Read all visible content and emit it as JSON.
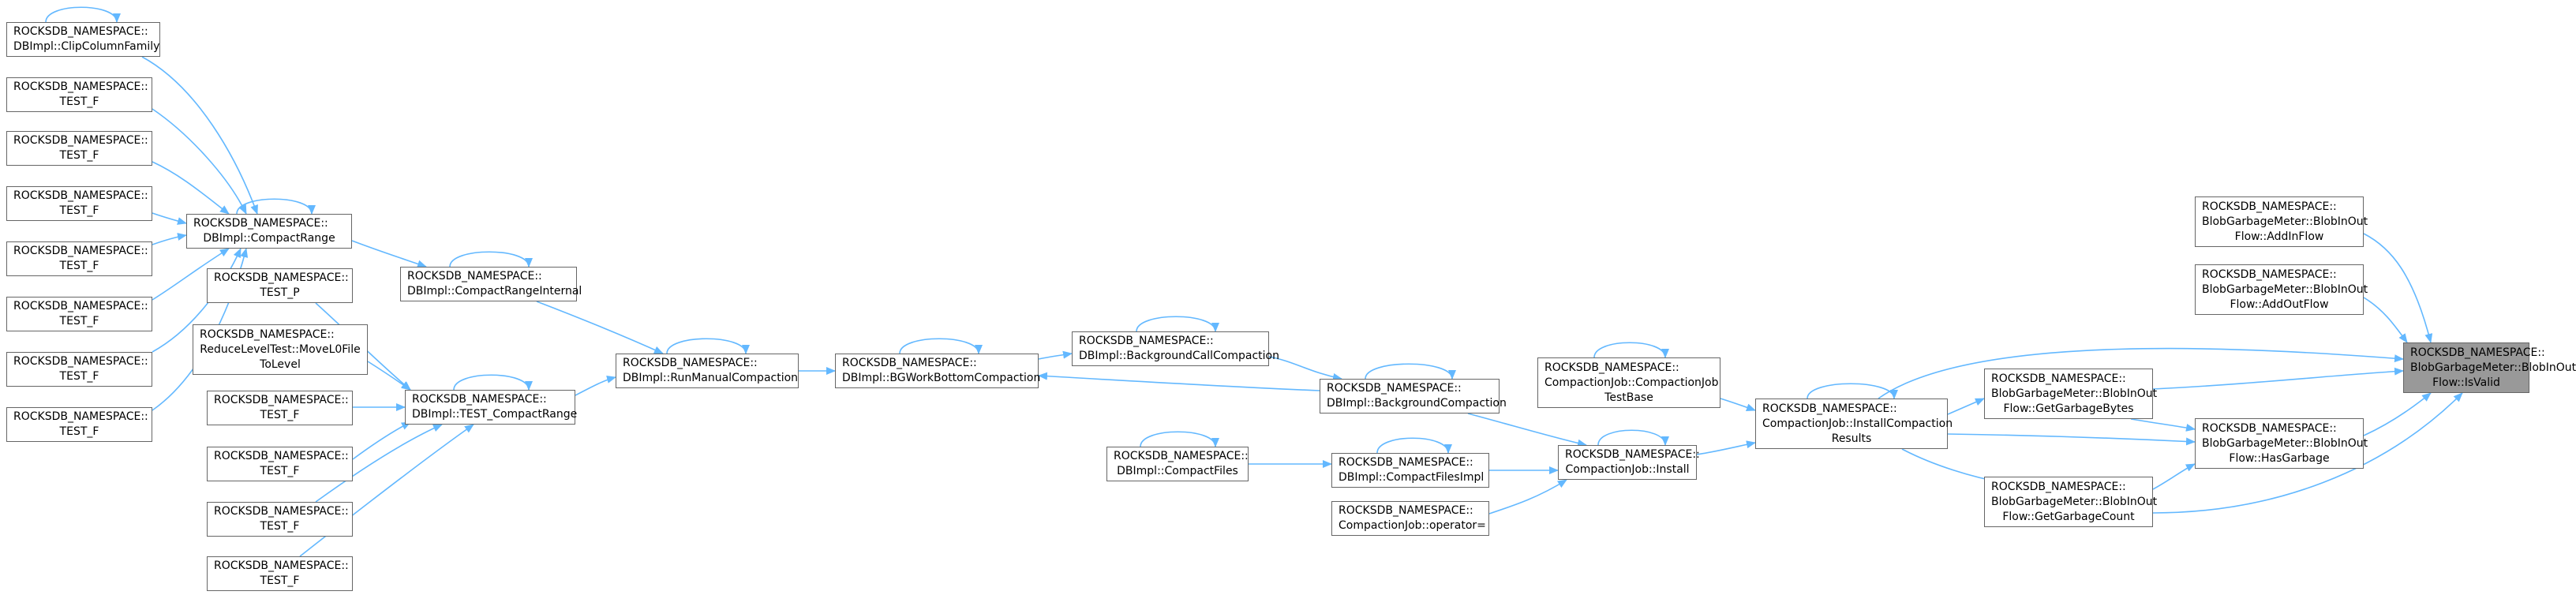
{
  "nodes": {
    "is_valid": [
      "ROCKSDB_NAMESPACE::",
      "BlobGarbageMeter::BlobInOut",
      "Flow::IsValid"
    ],
    "add_in_flow": [
      "ROCKSDB_NAMESPACE::",
      "BlobGarbageMeter::BlobInOut",
      "Flow::AddInFlow"
    ],
    "add_out_flow": [
      "ROCKSDB_NAMESPACE::",
      "BlobGarbageMeter::BlobInOut",
      "Flow::AddOutFlow"
    ],
    "has_garbage": [
      "ROCKSDB_NAMESPACE::",
      "BlobGarbageMeter::BlobInOut",
      "Flow::HasGarbage"
    ],
    "get_garbage_bytes": [
      "ROCKSDB_NAMESPACE::",
      "BlobGarbageMeter::BlobInOut",
      "Flow::GetGarbageBytes"
    ],
    "get_garbage_count": [
      "ROCKSDB_NAMESPACE::",
      "BlobGarbageMeter::BlobInOut",
      "Flow::GetGarbageCount"
    ],
    "install_compaction_results": [
      "ROCKSDB_NAMESPACE::",
      "CompactionJob::InstallCompaction",
      "Results"
    ],
    "compaction_job_test_base": [
      "ROCKSDB_NAMESPACE::",
      "CompactionJob::CompactionJob",
      "TestBase"
    ],
    "compaction_job_install": [
      "ROCKSDB_NAMESPACE::",
      "CompactionJob::Install"
    ],
    "compaction_job_operator": [
      "ROCKSDB_NAMESPACE::",
      "CompactionJob::operator="
    ],
    "background_compaction": [
      "ROCKSDB_NAMESPACE::",
      "DBImpl::BackgroundCompaction"
    ],
    "compact_files_impl": [
      "ROCKSDB_NAMESPACE::",
      "DBImpl::CompactFilesImpl"
    ],
    "compact_files": [
      "ROCKSDB_NAMESPACE::",
      "DBImpl::CompactFiles"
    ],
    "background_call_compaction": [
      "ROCKSDB_NAMESPACE::",
      "DBImpl::BackgroundCallCompaction"
    ],
    "bg_work_bottom_compaction": [
      "ROCKSDB_NAMESPACE::",
      "DBImpl::BGWorkBottomCompaction"
    ],
    "run_manual_compaction": [
      "ROCKSDB_NAMESPACE::",
      "DBImpl::RunManualCompaction"
    ],
    "compact_range_internal": [
      "ROCKSDB_NAMESPACE::",
      "DBImpl::CompactRangeInternal"
    ],
    "test_compact_range": [
      "ROCKSDB_NAMESPACE::",
      "DBImpl::TEST_CompactRange"
    ],
    "compact_range": [
      "ROCKSDB_NAMESPACE::",
      "DBImpl::CompactRange"
    ],
    "clip_column_family": [
      "ROCKSDB_NAMESPACE::",
      "DBImpl::ClipColumnFamily"
    ],
    "left_test_f_1": [
      "ROCKSDB_NAMESPACE::",
      "TEST_F"
    ],
    "left_test_f_2": [
      "ROCKSDB_NAMESPACE::",
      "TEST_F"
    ],
    "left_test_f_3": [
      "ROCKSDB_NAMESPACE::",
      "TEST_F"
    ],
    "left_test_f_4": [
      "ROCKSDB_NAMESPACE::",
      "TEST_F"
    ],
    "left_test_f_5": [
      "ROCKSDB_NAMESPACE::",
      "TEST_F"
    ],
    "left_test_f_6": [
      "ROCKSDB_NAMESPACE::",
      "TEST_F"
    ],
    "left_test_f_7": [
      "ROCKSDB_NAMESPACE::",
      "TEST_F"
    ],
    "test_p": [
      "ROCKSDB_NAMESPACE::",
      "TEST_P"
    ],
    "reduce_level_test": [
      "ROCKSDB_NAMESPACE::",
      "ReduceLevelTest::MoveL0File",
      "ToLevel"
    ],
    "mid_test_f_1": [
      "ROCKSDB_NAMESPACE::",
      "TEST_F"
    ],
    "mid_test_f_2": [
      "ROCKSDB_NAMESPACE::",
      "TEST_F"
    ],
    "mid_test_f_3": [
      "ROCKSDB_NAMESPACE::",
      "TEST_F"
    ],
    "mid_test_f_4": [
      "ROCKSDB_NAMESPACE::",
      "TEST_F"
    ]
  },
  "colors": {
    "edge": "#63b8ff",
    "node_border": "#666666",
    "focus_fill": "#999999"
  }
}
